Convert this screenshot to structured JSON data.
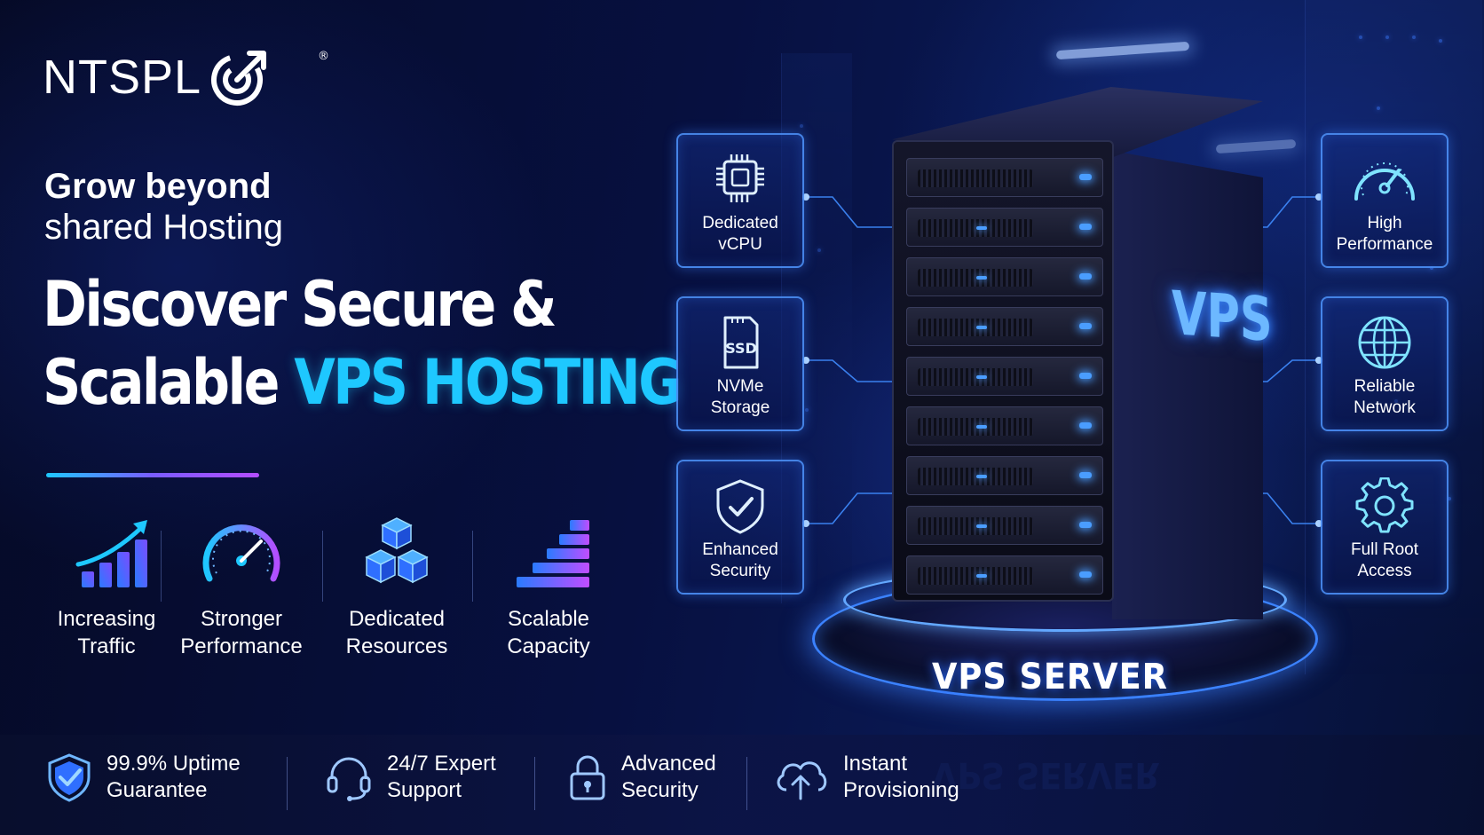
{
  "brand": {
    "name": "NTSPL",
    "registered": "®"
  },
  "kicker": {
    "line1": "Grow beyond",
    "line2": "shared Hosting"
  },
  "headline": {
    "line1": "Discover Secure &",
    "line2_plain": "Scalable ",
    "line2_accent": "VPS HOSTING"
  },
  "features": [
    {
      "label": "Increasing\nTraffic",
      "icon": "growth-chart-icon"
    },
    {
      "label": "Stronger\nPerformance",
      "icon": "speedometer-icon"
    },
    {
      "label": "Dedicated\nResources",
      "icon": "cubes-icon"
    },
    {
      "label": "Scalable\nCapacity",
      "icon": "stacked-bars-icon"
    }
  ],
  "specs_left": [
    {
      "label": "Dedicated\nvCPU",
      "icon": "cpu-chip-icon"
    },
    {
      "label": "NVMe\nStorage",
      "icon": "ssd-icon",
      "icon_text": "SSD"
    },
    {
      "label": "Enhanced\nSecurity",
      "icon": "shield-check-icon"
    }
  ],
  "specs_right": [
    {
      "label": "High\nPerformance",
      "icon": "gauge-icon"
    },
    {
      "label": "Reliable\nNetwork",
      "icon": "globe-icon"
    },
    {
      "label": "Full Root\nAccess",
      "icon": "gear-icon"
    }
  ],
  "server": {
    "side_label": "VPS",
    "platform_label": "VPS SERVER"
  },
  "bottom_bar": [
    {
      "label": "99.9% Uptime\nGuarantee",
      "icon": "shield-uptime-icon"
    },
    {
      "label": "24/7 Expert\nSupport",
      "icon": "headset-icon"
    },
    {
      "label": "Advanced\nSecurity",
      "icon": "padlock-icon"
    },
    {
      "label": "Instant\nProvisioning",
      "icon": "cloud-upload-icon"
    }
  ],
  "colors": {
    "accent": "#1ec8ff",
    "glow": "#3b82ff",
    "background": "#050a26"
  }
}
